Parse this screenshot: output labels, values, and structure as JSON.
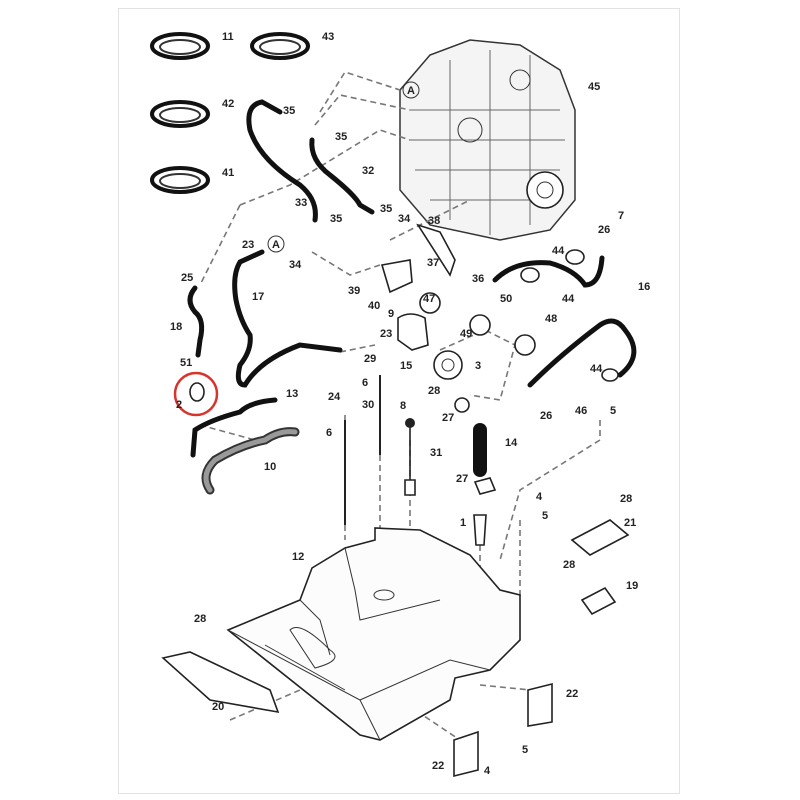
{
  "diagram": {
    "title": "Fuel system exploded parts diagram",
    "highlight_color": "#d9342b",
    "ref_marker": "A",
    "callouts": [
      "11",
      "43",
      "42",
      "41",
      "45",
      "35",
      "35",
      "32",
      "33",
      "35",
      "35",
      "34",
      "38",
      "7",
      "26",
      "23",
      "34",
      "44",
      "37",
      "36",
      "16",
      "25",
      "17",
      "39",
      "40",
      "47",
      "50",
      "44",
      "9",
      "48",
      "18",
      "23",
      "49",
      "29",
      "15",
      "3",
      "51",
      "44",
      "6",
      "28",
      "26",
      "46",
      "5",
      "27",
      "13",
      "24",
      "30",
      "8",
      "6",
      "14",
      "10",
      "31",
      "27",
      "4",
      "5",
      "1",
      "28",
      "21",
      "12",
      "28",
      "19",
      "28",
      "20",
      "22",
      "22",
      "4",
      "5",
      "2"
    ]
  }
}
